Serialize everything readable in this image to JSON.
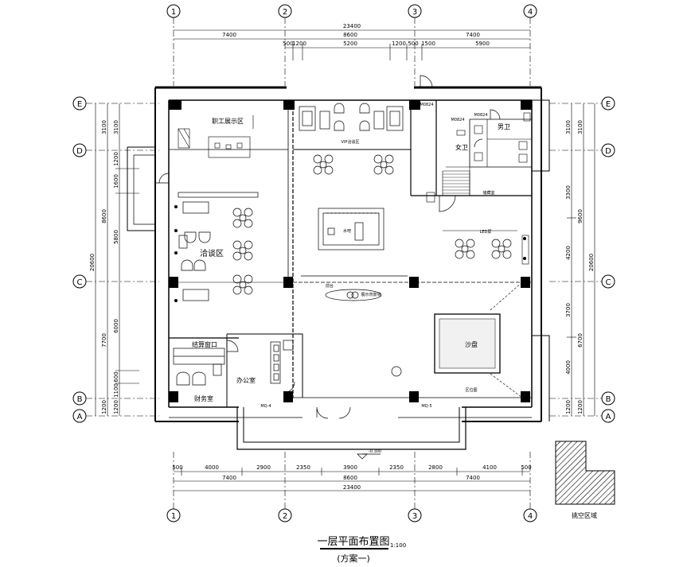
{
  "axes": {
    "vertical": [
      "1",
      "2",
      "3",
      "4"
    ],
    "horizontal": [
      "E",
      "D",
      "C",
      "B",
      "A"
    ]
  },
  "top_dims": {
    "total": "23400",
    "row2": [
      "7400",
      "8600",
      "7400"
    ],
    "row3": [
      "500",
      "1200",
      "5200",
      "1200",
      "500",
      "1500",
      "5900"
    ]
  },
  "bottom_dims": {
    "row1": [
      "500",
      "4000",
      "2900",
      "2350",
      "3900",
      "2350",
      "2800",
      "4100",
      "500"
    ],
    "row2": [
      "7400",
      "8600",
      "7400"
    ],
    "total": "23400",
    "elevation": "-0.300"
  },
  "left_dims": {
    "outer": [
      "3100",
      "1200",
      "1600",
      "5800",
      "600",
      "1100",
      "1200"
    ],
    "mid": [
      "3100",
      "8600",
      "7700",
      "1200"
    ],
    "inner": [
      "6000"
    ],
    "total": "20600"
  },
  "right_dims": {
    "inner": [
      "3100",
      "3300",
      "4200",
      "3700",
      "4000",
      "1200"
    ],
    "mid": [
      "3100",
      "9600",
      "6700",
      "1200"
    ],
    "total": "20600"
  },
  "rooms": {
    "staff_display": "职工展示区",
    "vip_lounge": "VIP洽谈区",
    "negotiation": "洽谈区",
    "sales_desk": "水吧",
    "storage": "储藏室",
    "men_wc": "男卫",
    "women_wc": "女卫",
    "led": "LED屏",
    "sand_table": "沙盘",
    "settlement": "结算窗口",
    "finance": "财务室",
    "office": "办公室",
    "zone_sign": "区位图",
    "reception": "前台",
    "logo_wall": "展示背景墙"
  },
  "door_tags": [
    "M0824",
    "M0824",
    "M0824",
    "MQ-4",
    "MQ-5"
  ],
  "legend": {
    "label": "挑空区域"
  },
  "title": {
    "main": "一层平面布置图",
    "scale": "1:100",
    "sub": "(方案一)"
  }
}
